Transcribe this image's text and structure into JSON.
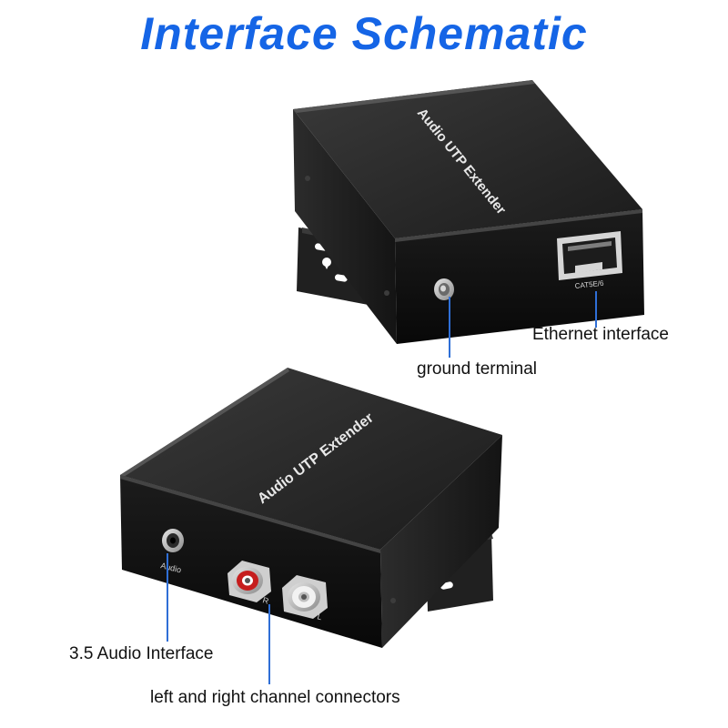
{
  "title": "Interface Schematic",
  "colors": {
    "title": "#1565E6",
    "leader_line": "#2F6FD6",
    "case_top": "#2a2a2a",
    "case_front": "#101010",
    "case_side": "#1a1a1a"
  },
  "device_top": {
    "case_label": "Audio UTP Extender",
    "port_label": "CAT5E/6"
  },
  "device_bottom": {
    "case_label": "Audio UTP Extender",
    "audio_jack_label": "Audio",
    "rca_right_label": "R",
    "rca_left_label": "L"
  },
  "callouts": {
    "ethernet": "Ethernet interface",
    "ground": "ground terminal",
    "audio_35": "3.5 Audio Interface",
    "lr_connectors": "left and right channel connectors"
  }
}
